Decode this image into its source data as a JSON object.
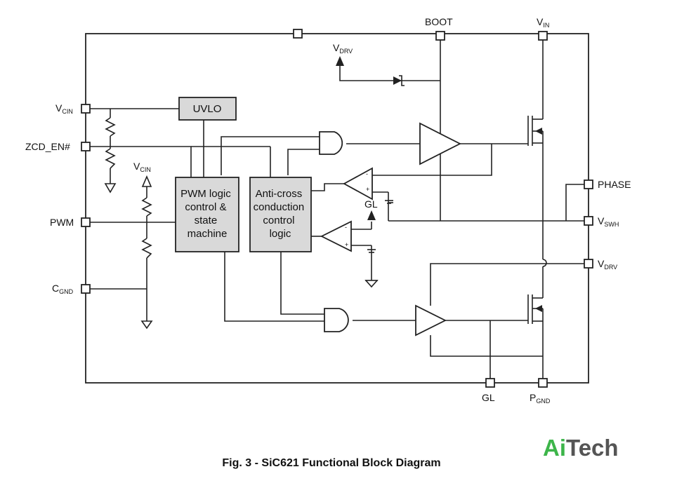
{
  "pins": {
    "boot": "BOOT",
    "vin": {
      "main": "V",
      "sub": "IN"
    },
    "vcin": {
      "main": "V",
      "sub": "CIN"
    },
    "zcd_en": "ZCD_EN#",
    "pwm": "PWM",
    "cgnd": {
      "main": "C",
      "sub": "GND"
    },
    "phase": "PHASE",
    "vswh": {
      "main": "V",
      "sub": "SWH"
    },
    "vdrv": {
      "main": "V",
      "sub": "DRV"
    },
    "gl": "GL",
    "pgnd": {
      "main": "P",
      "sub": "GND"
    }
  },
  "internal_labels": {
    "vdrv_top": {
      "main": "V",
      "sub": "DRV"
    },
    "vcin_inner": {
      "main": "V",
      "sub": "CIN"
    },
    "gl_inner": "GL",
    "comp_plus": "+",
    "comp_minus": "-"
  },
  "blocks": {
    "uvlo": "UVLO",
    "pwm_logic": [
      "PWM logic",
      "control &",
      "state",
      "machine"
    ],
    "anti_cross": [
      "Anti-cross",
      "conduction",
      "control",
      "logic"
    ]
  },
  "caption": "Fig. 3 - SiC621 Functional Block Diagram",
  "brand": {
    "part1": "Ai",
    "part2": "Tech",
    "color1": "#3db54a",
    "color2": "#555555"
  }
}
